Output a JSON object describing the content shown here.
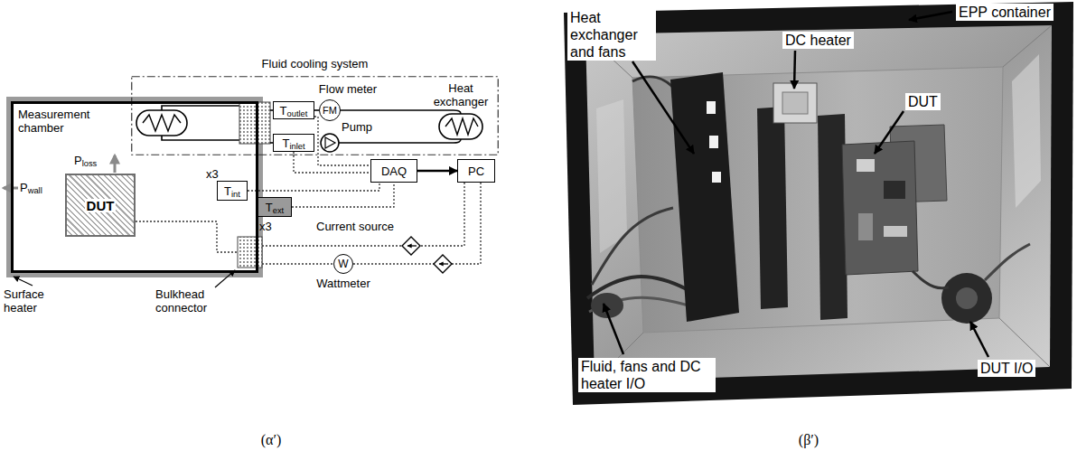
{
  "diagram": {
    "nodes": [
      {
        "text": [
          "Fluid cooling system"
        ]
      },
      {
        "text": [
          "Measurement chamber"
        ]
      },
      {
        "text": [
          "DUT"
        ],
        "in": 1
      },
      {
        "text": [
          "Tint"
        ],
        "in": 1
      },
      {
        "text": [
          "Text"
        ]
      },
      {
        "text": [
          "Toutlet"
        ],
        "in": 0
      },
      {
        "text": [
          "FM"
        ],
        "in": 0
      },
      {
        "text": [
          "Tinlet"
        ],
        "in": 0
      },
      {
        "text": [
          "DAQ"
        ]
      },
      {
        "text": [
          "PC"
        ]
      },
      {
        "text": [
          "W"
        ]
      }
    ],
    "edges": [
      {
        "from": 5,
        "to": 6,
        "arrow": "none"
      },
      {
        "from": 5,
        "to": 8,
        "arrow": "none"
      },
      {
        "from": 7,
        "to": 8,
        "arrow": "none"
      },
      {
        "from": 3,
        "to": 8,
        "arrow": "none"
      },
      {
        "from": 4,
        "to": 8,
        "arrow": "none"
      },
      {
        "from": 8,
        "to": 9,
        "arrow": "to"
      }
    ],
    "labels": [
      "Flow meter",
      "Heat exchanger",
      "Pump",
      "Pwall",
      "Ploss",
      "x3",
      "x3",
      "Current source",
      "Bulkhead connector",
      "Surface heater",
      "Wattmeter",
      "EPP container",
      "Heat exchanger and fans",
      "DC heater",
      "DUT",
      "Fluid, fans and DC heater I/O",
      "DUT I/O",
      "(α′)",
      "(β′)"
    ]
  }
}
